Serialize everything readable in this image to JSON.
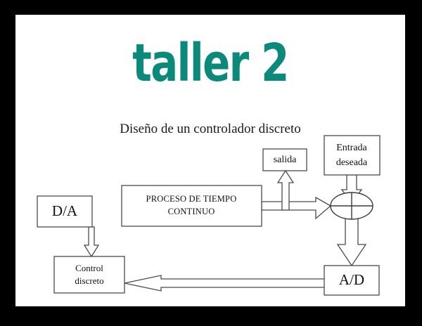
{
  "slide": {
    "title": "taller 2",
    "subtitle": "Diseño de un controlador discreto",
    "title_color": "#0b8a7c",
    "background": "#ffffff",
    "frame_color": "#000000"
  },
  "diagram": {
    "name": "discrete-controller-block-diagram",
    "blocks": [
      {
        "id": "da",
        "label": "D/A"
      },
      {
        "id": "process",
        "label_line1": "PROCESO DE TIEMPO",
        "label_line2": "CONTINUO"
      },
      {
        "id": "salida",
        "label": "salida"
      },
      {
        "id": "entrada",
        "label_line1": "Entrada",
        "label_line2": "deseada"
      },
      {
        "id": "ad",
        "label": "A/D"
      },
      {
        "id": "control",
        "label_line1": "Control",
        "label_line2": "discreto"
      }
    ],
    "junction": {
      "id": "sum-junction",
      "symbol": "cross"
    },
    "connections": [
      {
        "from": "da",
        "to": "process",
        "style": "block-arrow",
        "direction": "right"
      },
      {
        "from": "process",
        "to": "sum-junction",
        "style": "block-arrow",
        "direction": "right"
      },
      {
        "from": "process",
        "to": "salida",
        "style": "block-arrow",
        "direction": "up"
      },
      {
        "from": "entrada",
        "to": "sum-junction",
        "style": "block-arrow",
        "direction": "down"
      },
      {
        "from": "sum-junction",
        "to": "ad",
        "style": "block-arrow",
        "direction": "down"
      },
      {
        "from": "ad",
        "to": "control",
        "style": "block-arrow",
        "direction": "left"
      },
      {
        "from": "control",
        "to": "da",
        "style": "block-arrow",
        "direction": "up"
      }
    ]
  }
}
